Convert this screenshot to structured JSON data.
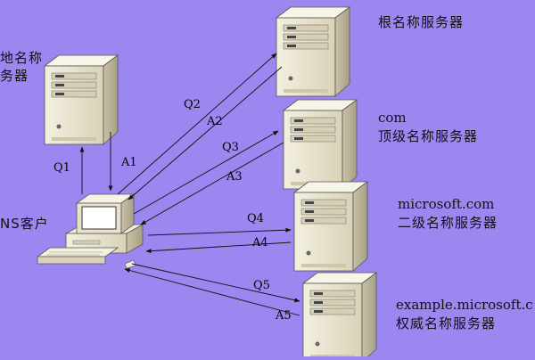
{
  "servers": {
    "local": {
      "label_lines": [
        "地名称",
        "务器"
      ]
    },
    "root": {
      "label_lines": [
        "根名称服务器"
      ]
    },
    "com": {
      "label_lines": [
        "com",
        "顶级名称服务器"
      ]
    },
    "second": {
      "label_lines": [
        "microsoft.com",
        "二级名称服务器"
      ]
    },
    "auth": {
      "label_lines": [
        "example.microsoft.c",
        "权威名称服务器"
      ]
    }
  },
  "client": {
    "label": "NS客户"
  },
  "arrows": {
    "Q1": "Q1",
    "A1": "A1",
    "Q2": "Q2",
    "A2": "A2",
    "Q3": "Q3",
    "A3": "A3",
    "Q4": "Q4",
    "A4": "A4",
    "Q5": "Q5",
    "A5": "A5"
  },
  "colors": {
    "background": "#9c86f0",
    "server_body": "#e9e3cf",
    "arrow": "#111111"
  }
}
